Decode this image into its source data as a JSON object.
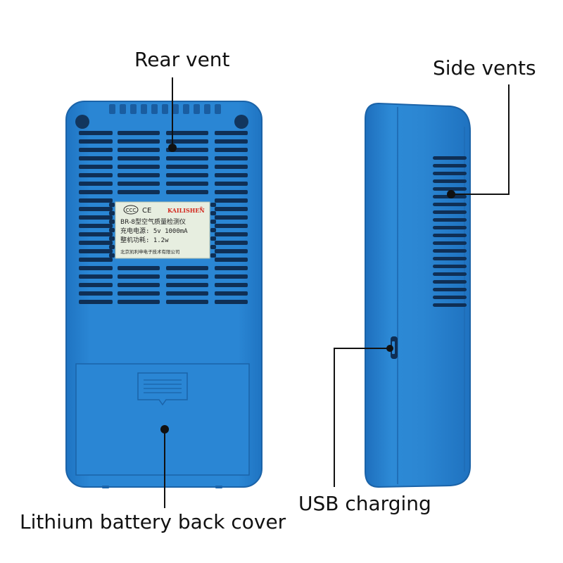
{
  "callouts": {
    "rear_vent": "Rear vent",
    "side_vents": "Side vents",
    "usb_charging": "USB charging",
    "battery_cover": "Lithium battery back cover"
  },
  "label": {
    "cert_mark": "CCC",
    "ce_mark": "CE",
    "brand": "KAILISHEN",
    "registered": "®",
    "model_line": "BR-8型空气质量检测仪",
    "power_line": "充电电源: 5v 1000mA",
    "consumption_line": "整机功耗: 1.2w",
    "maker_line": "北京凯利申电子技术有限公司"
  },
  "colors": {
    "device_blue": "#2a84d2",
    "device_edge": "#1b63a8",
    "vent_slot": "#0f2f55",
    "sticker_bg": "#e7eee0",
    "brand_red": "#d3261c",
    "line": "#111111"
  }
}
